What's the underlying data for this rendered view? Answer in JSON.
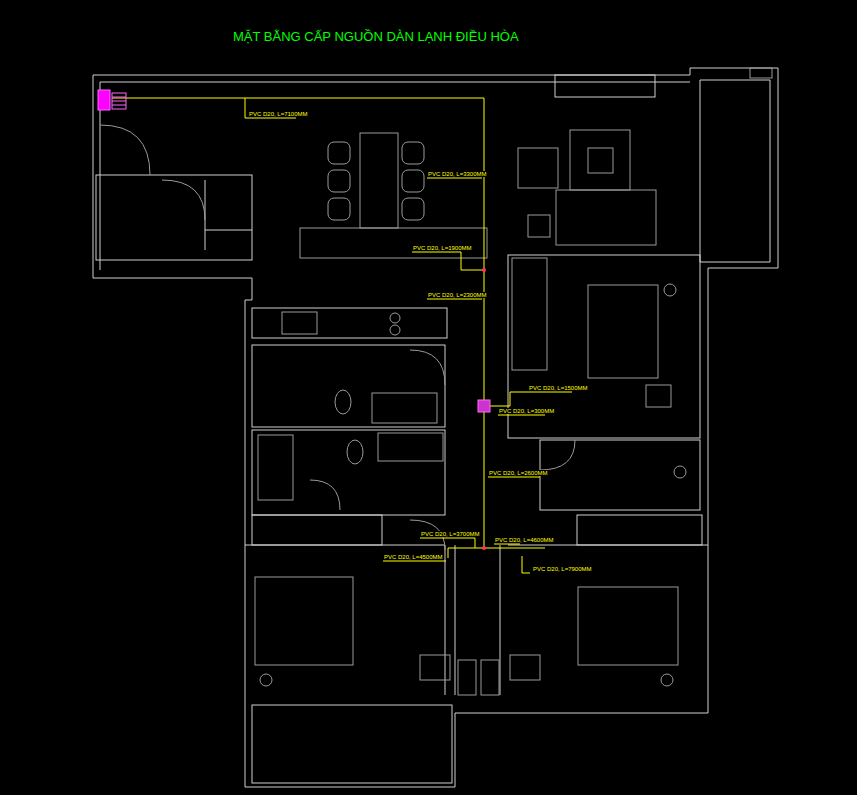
{
  "diagram": {
    "title": "MẶT BẰNG CẤP NGUỒN DÀN LẠNH ĐIỀU HÒA",
    "labels": [
      "PVC D20, L=7100MM",
      "PVC D20, L=3300MM",
      "PVC D20, L=1900MM",
      "PVC D20, L=2300MM",
      "PVC D20, L=1500MM",
      "PVC D20, L=300MM",
      "PVC D20, L=2600MM",
      "PVC D20, L=3700MM",
      "PVC D20, L=4600MM",
      "PVC D20, L=4500MM",
      "PVC D20, L=7900MM"
    ]
  }
}
